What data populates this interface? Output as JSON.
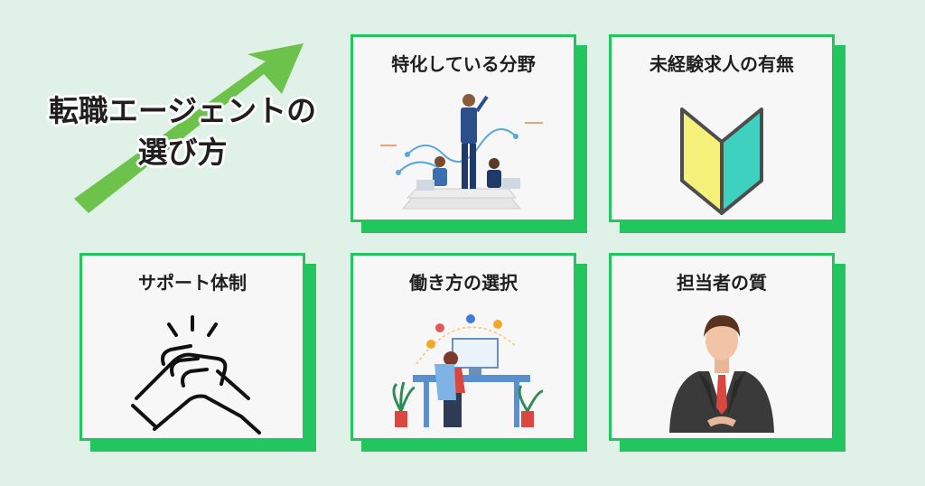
{
  "headline": {
    "line1": "転職エージェントの",
    "line2": "選び方"
  },
  "cards": [
    {
      "title": "特化している分野",
      "icon": "team-growth-illustration"
    },
    {
      "title": "未経験求人の有無",
      "icon": "beginner-mark-icon"
    },
    {
      "title": "サポート体制",
      "icon": "handshake-icon"
    },
    {
      "title": "働き方の選択",
      "icon": "remote-work-illustration"
    },
    {
      "title": "担当者の質",
      "icon": "businessman-icon"
    }
  ],
  "colors": {
    "background": "#e0f1e8",
    "accent": "#22c55e",
    "arrow": "#6cc24a",
    "card": "#f7f7f7"
  }
}
